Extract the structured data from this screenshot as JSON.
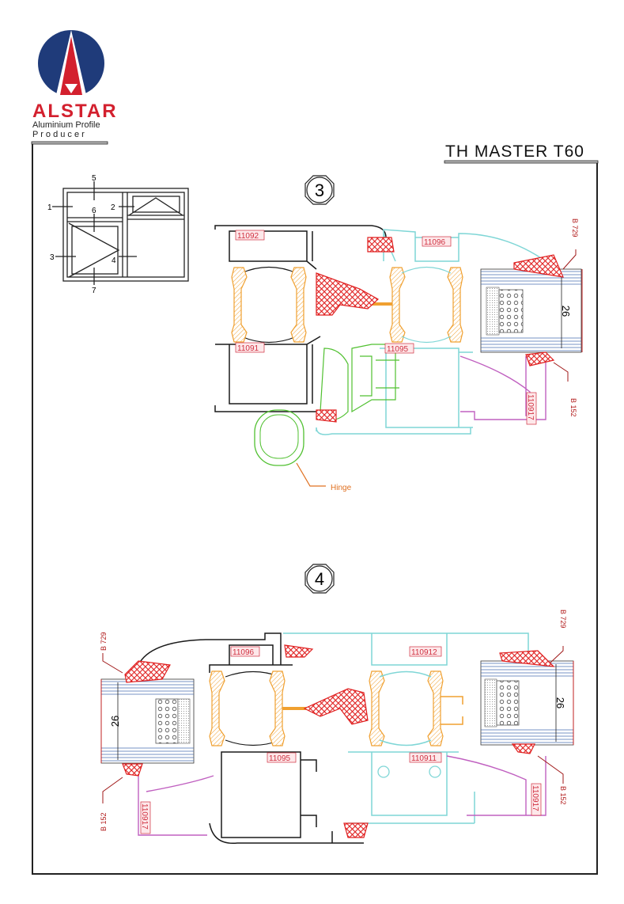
{
  "logo": {
    "brand": "ALSTAR",
    "tagline_1": "Aluminium Profile",
    "tagline_2": "P r o d u c e r"
  },
  "title": "TH MASTER T60",
  "window_key": {
    "labels": [
      "1",
      "2",
      "3",
      "4",
      "5",
      "6",
      "7"
    ]
  },
  "section_3": {
    "number": "3",
    "profile_codes": [
      "11092",
      "11091",
      "11096",
      "11095",
      "110917"
    ],
    "glass_thickness": "26",
    "gasket_top": "B 729",
    "gasket_bottom": "B 152",
    "hinge_label": "Hinge"
  },
  "section_4": {
    "number": "4",
    "profile_codes": [
      "11096",
      "11095",
      "110912",
      "110911",
      "110917",
      "110917"
    ],
    "glass_thickness_left": "26",
    "glass_thickness_right": "26",
    "gasket_top_left": "B 729",
    "gasket_bottom_left": "B 152",
    "gasket_top_right": "B 729",
    "gasket_bottom_right": "B 152"
  },
  "colors": {
    "logo_blue": "#1f3b7a",
    "logo_red": "#d3202e",
    "frame_profile": "#1a1a1a",
    "sash_profile": "#7fd6d6",
    "thermal_break": "#f0a030",
    "gasket": "#e02020",
    "glazing_bead": "#c060c0",
    "hinge": "#50c030",
    "glass": "#4a6fb0"
  }
}
